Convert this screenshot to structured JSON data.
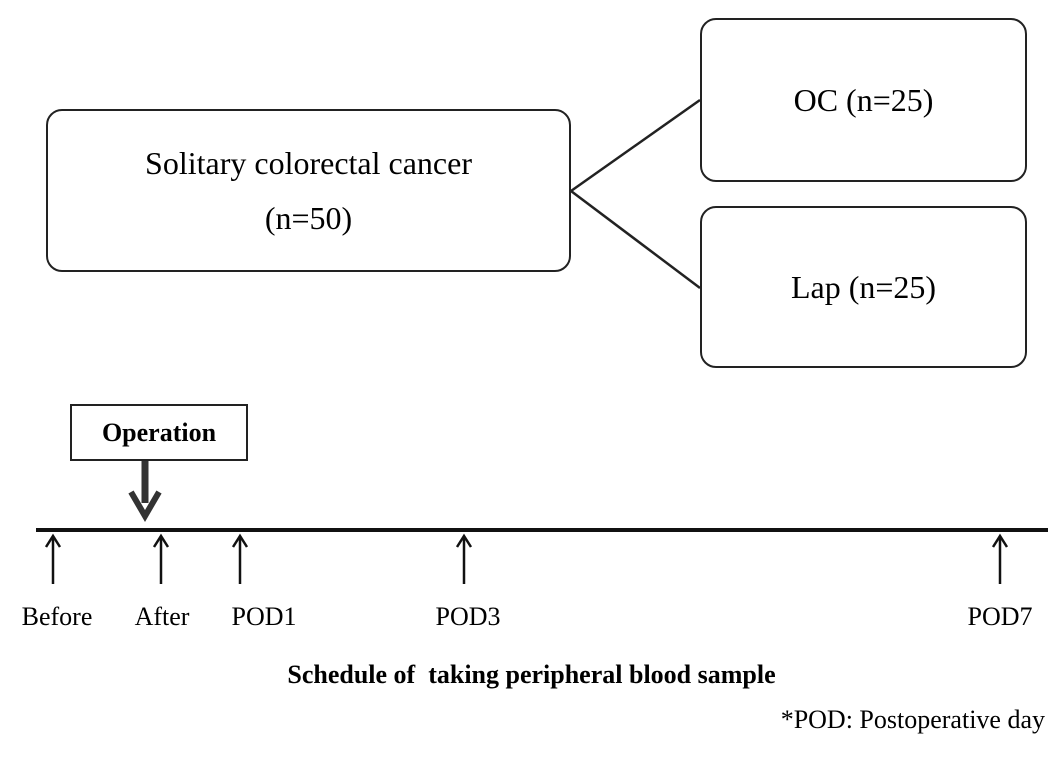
{
  "main_box": {
    "line1": "Solitary colorectal cancer",
    "line2": "(n=50)"
  },
  "branches": [
    {
      "label": "OC (n=25)"
    },
    {
      "label": "Lap (n=25)"
    }
  ],
  "operation_label": "Operation",
  "timepoints": [
    "Before",
    "After",
    "POD1",
    "POD3",
    "POD7"
  ],
  "schedule_title": "Schedule of  taking peripheral blood sample",
  "footnote": "*POD: Postoperative day"
}
